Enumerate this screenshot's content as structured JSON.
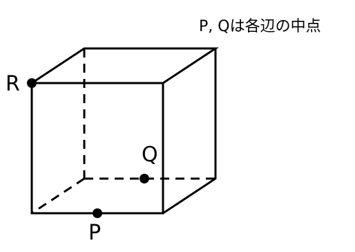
{
  "note": "P, Qは各辺の中点",
  "points": {
    "p": "P",
    "q": "Q",
    "r": "R"
  },
  "colors": {
    "stroke": "#000000",
    "background": "#ffffff"
  }
}
